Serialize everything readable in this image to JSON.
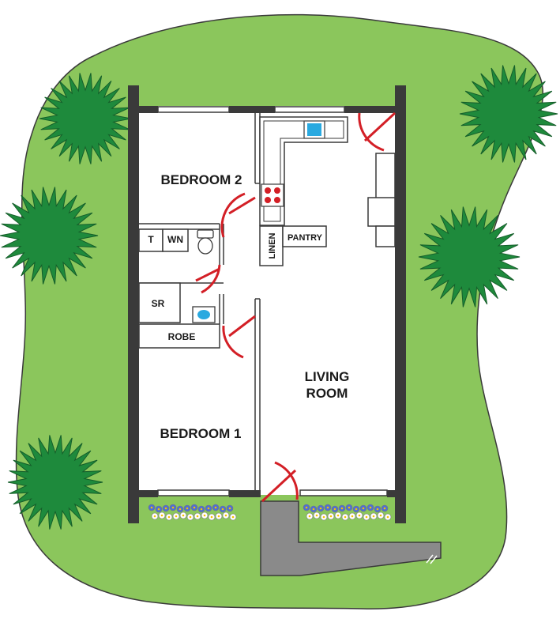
{
  "rooms": {
    "bedroom2": "BEDROOM 2",
    "bedroom1": "BEDROOM 1",
    "living_line1": "LIVING",
    "living_line2": "ROOM",
    "toilet": "T",
    "wash": "WN",
    "shower": "SR",
    "robe": "ROBE",
    "linen": "LINEN",
    "pantry": "PANTRY"
  },
  "colors": {
    "lawn": "#8bc65c",
    "shrub": "#1e8a3c",
    "wall": "#3a3a3a",
    "door": "#d31f26",
    "path": "#8a8a8a",
    "sink": "#29a9e0",
    "hotplate": "#d31f26",
    "flower_blue": "#4f6fd4",
    "flower_white": "#ffffff"
  },
  "icons": [
    "shrub-icon",
    "flower-bed-icon",
    "toilet-icon",
    "basin-icon",
    "sink-icon",
    "hotplate-icon",
    "door-swing-icon"
  ]
}
